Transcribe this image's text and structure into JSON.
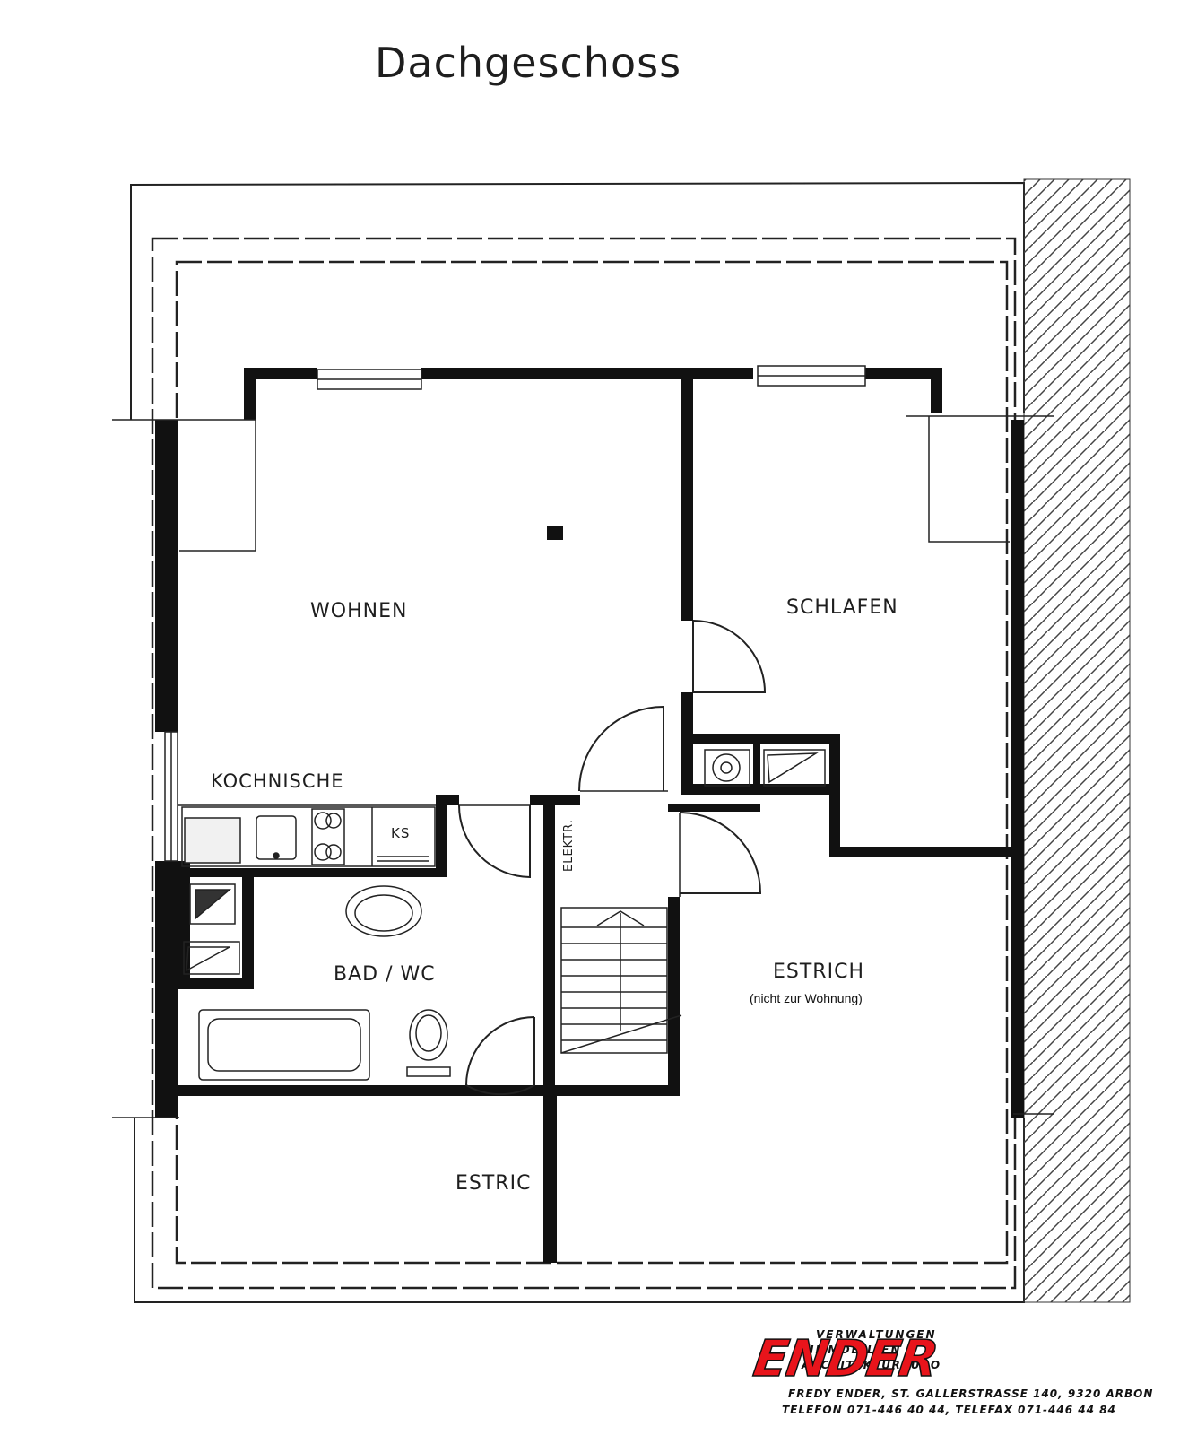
{
  "title": "Dachgeschoss",
  "rooms": {
    "wohnen": "WOHNEN",
    "schlafen": "SCHLAFEN",
    "kochnische": "KOCHNISCHE",
    "ks": "KS",
    "elektr": "ELEKTR.",
    "bad_wc": "BAD / WC",
    "estrich_main": "ESTRICH",
    "estrich_note": "(nicht zur Wohnung)",
    "estrich_lower": "ESTRIC"
  },
  "company": {
    "line1": "VERWALTUNGEN",
    "line2": "IMMOBILIEN",
    "line3": "ARCHITEKTURBÜRO",
    "brand": "ENDER",
    "address": "FREDY ENDER, ST. GALLERSTRASSE 140, 9320 ARBON",
    "phone": "TELEFON 071-446 40 44, TELEFAX 071-446 44 84"
  },
  "colors": {
    "wall": "#111111",
    "line": "#222222",
    "brand": "#e8141b"
  }
}
